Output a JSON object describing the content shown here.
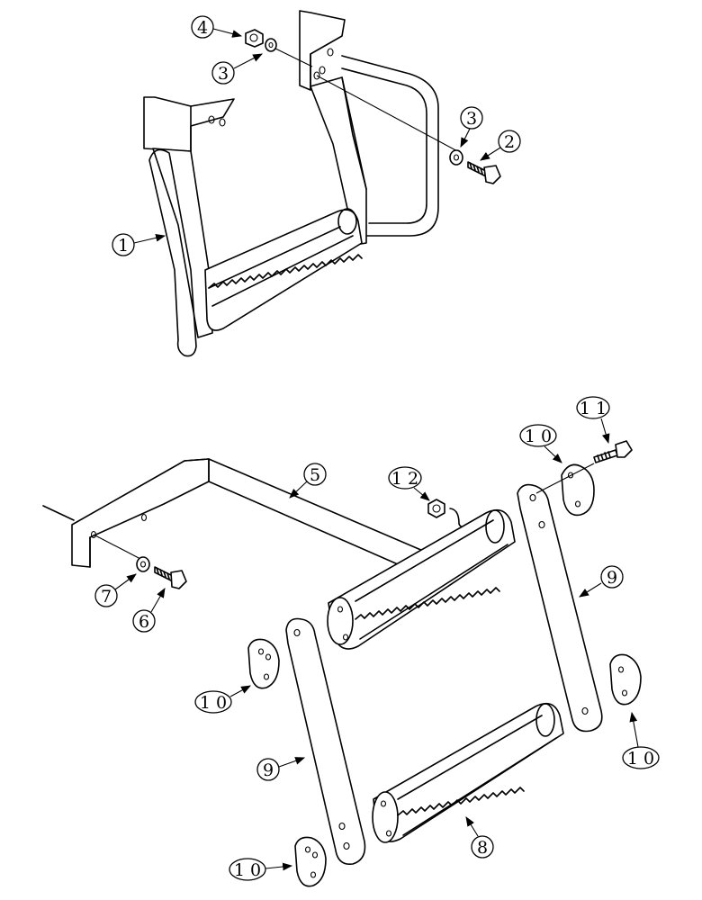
{
  "callouts": {
    "c1": "1",
    "c2": "2",
    "c3a": "3",
    "c3b": "3",
    "c4": "4",
    "c5": "5",
    "c6": "6",
    "c7": "7",
    "c8": "8",
    "c9a": "9",
    "c9b": "9",
    "c10a": "1 0",
    "c10b": "1 0",
    "c10c": "1 0",
    "c10d": "1 0",
    "c11": "1 1",
    "c12": "1 2"
  },
  "colors": {
    "line": "#000000",
    "background": "#ffffff"
  }
}
